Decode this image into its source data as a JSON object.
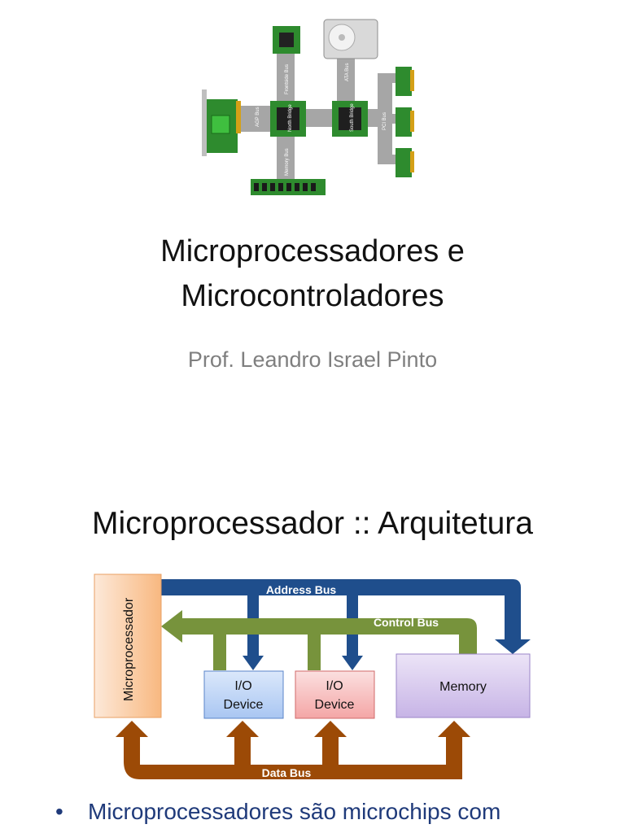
{
  "slide1": {
    "title_line1": "Microprocessadores e",
    "title_line2": "Microcontroladores",
    "subtitle": "Prof. Leandro Israel Pinto",
    "diagram_labels": {
      "frontside_bus": "Frontside Bus",
      "ata_bus": "ATA Bus",
      "agp_bus": "AGP Bus",
      "north_bridge": "North Bridge",
      "south_bridge": "South Bridge",
      "pci_bus": "PCI Bus",
      "memory_bus": "Memory Bus"
    }
  },
  "slide2": {
    "title": "Microprocessador :: Arquitetura",
    "diagram": {
      "microprocessor": "Microprocessador",
      "io_device_1_line1": "I/O",
      "io_device_1_line2": "Device",
      "io_device_2_line1": "I/O",
      "io_device_2_line2": "Device",
      "memory": "Memory",
      "address_bus": "Address Bus",
      "control_bus": "Control Bus",
      "data_bus": "Data Bus"
    },
    "bullet": "Microprocessadores são microchips com"
  },
  "colors": {
    "address_bus": "#1f4e8c",
    "control_bus": "#77933c",
    "data_bus": "#9c4a06",
    "pcb_green": "#2e8b2e",
    "bus_gray": "#a6a6a6",
    "bullet_text": "#1f3a7a"
  }
}
